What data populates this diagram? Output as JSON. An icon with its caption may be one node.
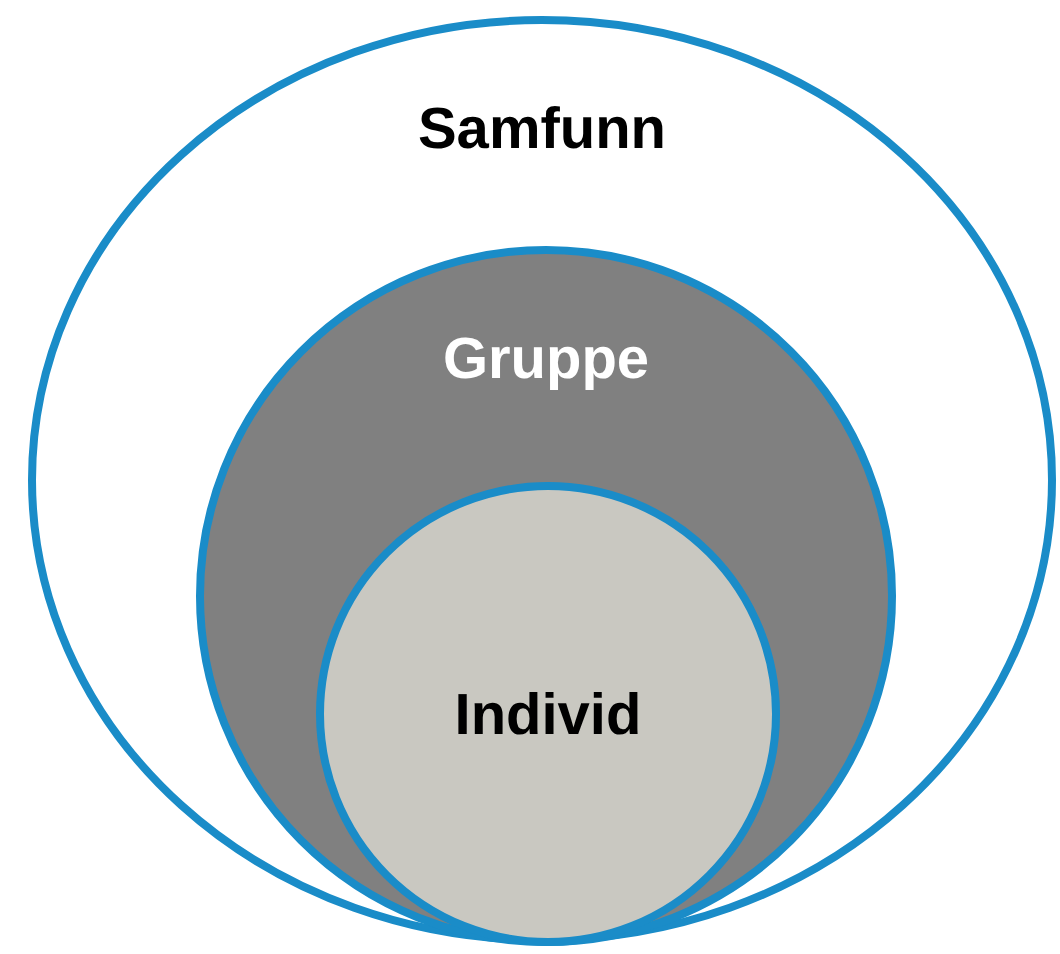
{
  "diagram": {
    "nodes": [
      {
        "text": [
          "Samfunn"
        ]
      },
      {
        "text": [
          "Gruppe"
        ],
        "in": 0
      },
      {
        "text": [
          "Individ"
        ],
        "in": 1
      }
    ]
  }
}
